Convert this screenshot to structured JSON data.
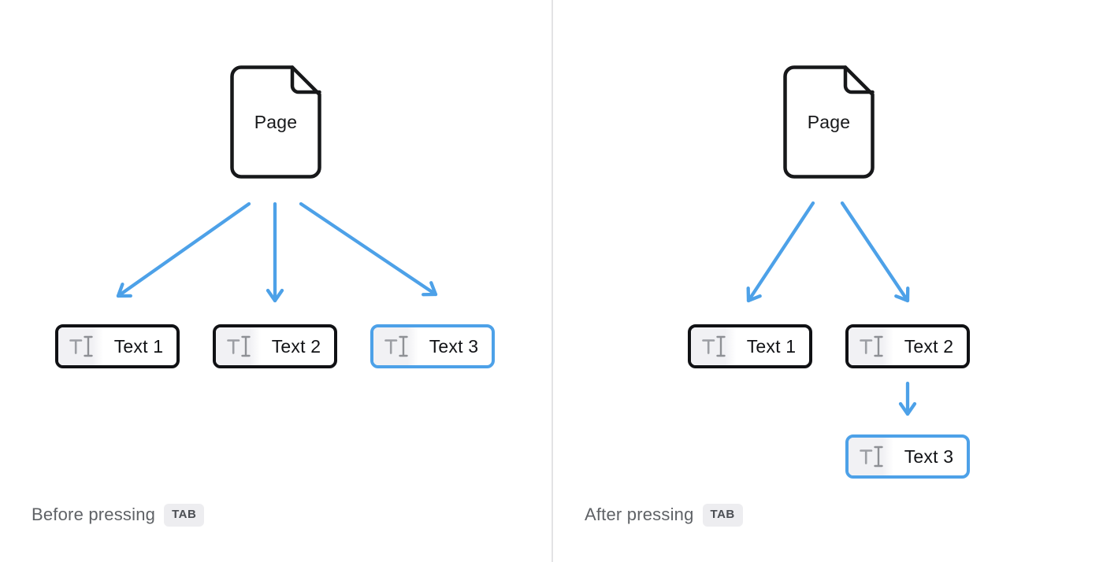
{
  "colors": {
    "accent_blue": "#4DA1E8",
    "box_border": "#101114",
    "page_text": "#17181A",
    "icon_t_gray": "#9C9EA3",
    "icon_beam_gray": "#8E9095",
    "icon_bg": "#F1F1F4",
    "divider": "#E3E3E5",
    "caption_text": "#5F6266",
    "badge_bg": "#EDEDF0",
    "badge_text": "#4B4E53"
  },
  "icons": {
    "page": "document-with-folded-corner",
    "text_block": "text-cursor (T with I-beam)"
  },
  "panels": [
    {
      "name": "before",
      "page_label": "Page",
      "nodes": [
        {
          "label": "Text 1",
          "highlighted": false
        },
        {
          "label": "Text 2",
          "highlighted": false
        },
        {
          "label": "Text 3",
          "highlighted": true
        }
      ],
      "caption": "Before pressing",
      "key_label": "TAB"
    },
    {
      "name": "after",
      "page_label": "Page",
      "nodes": [
        {
          "label": "Text 1",
          "highlighted": false
        },
        {
          "label": "Text 2",
          "highlighted": false
        },
        {
          "label": "Text 3",
          "highlighted": true
        }
      ],
      "caption": "After pressing",
      "key_label": "TAB"
    }
  ]
}
